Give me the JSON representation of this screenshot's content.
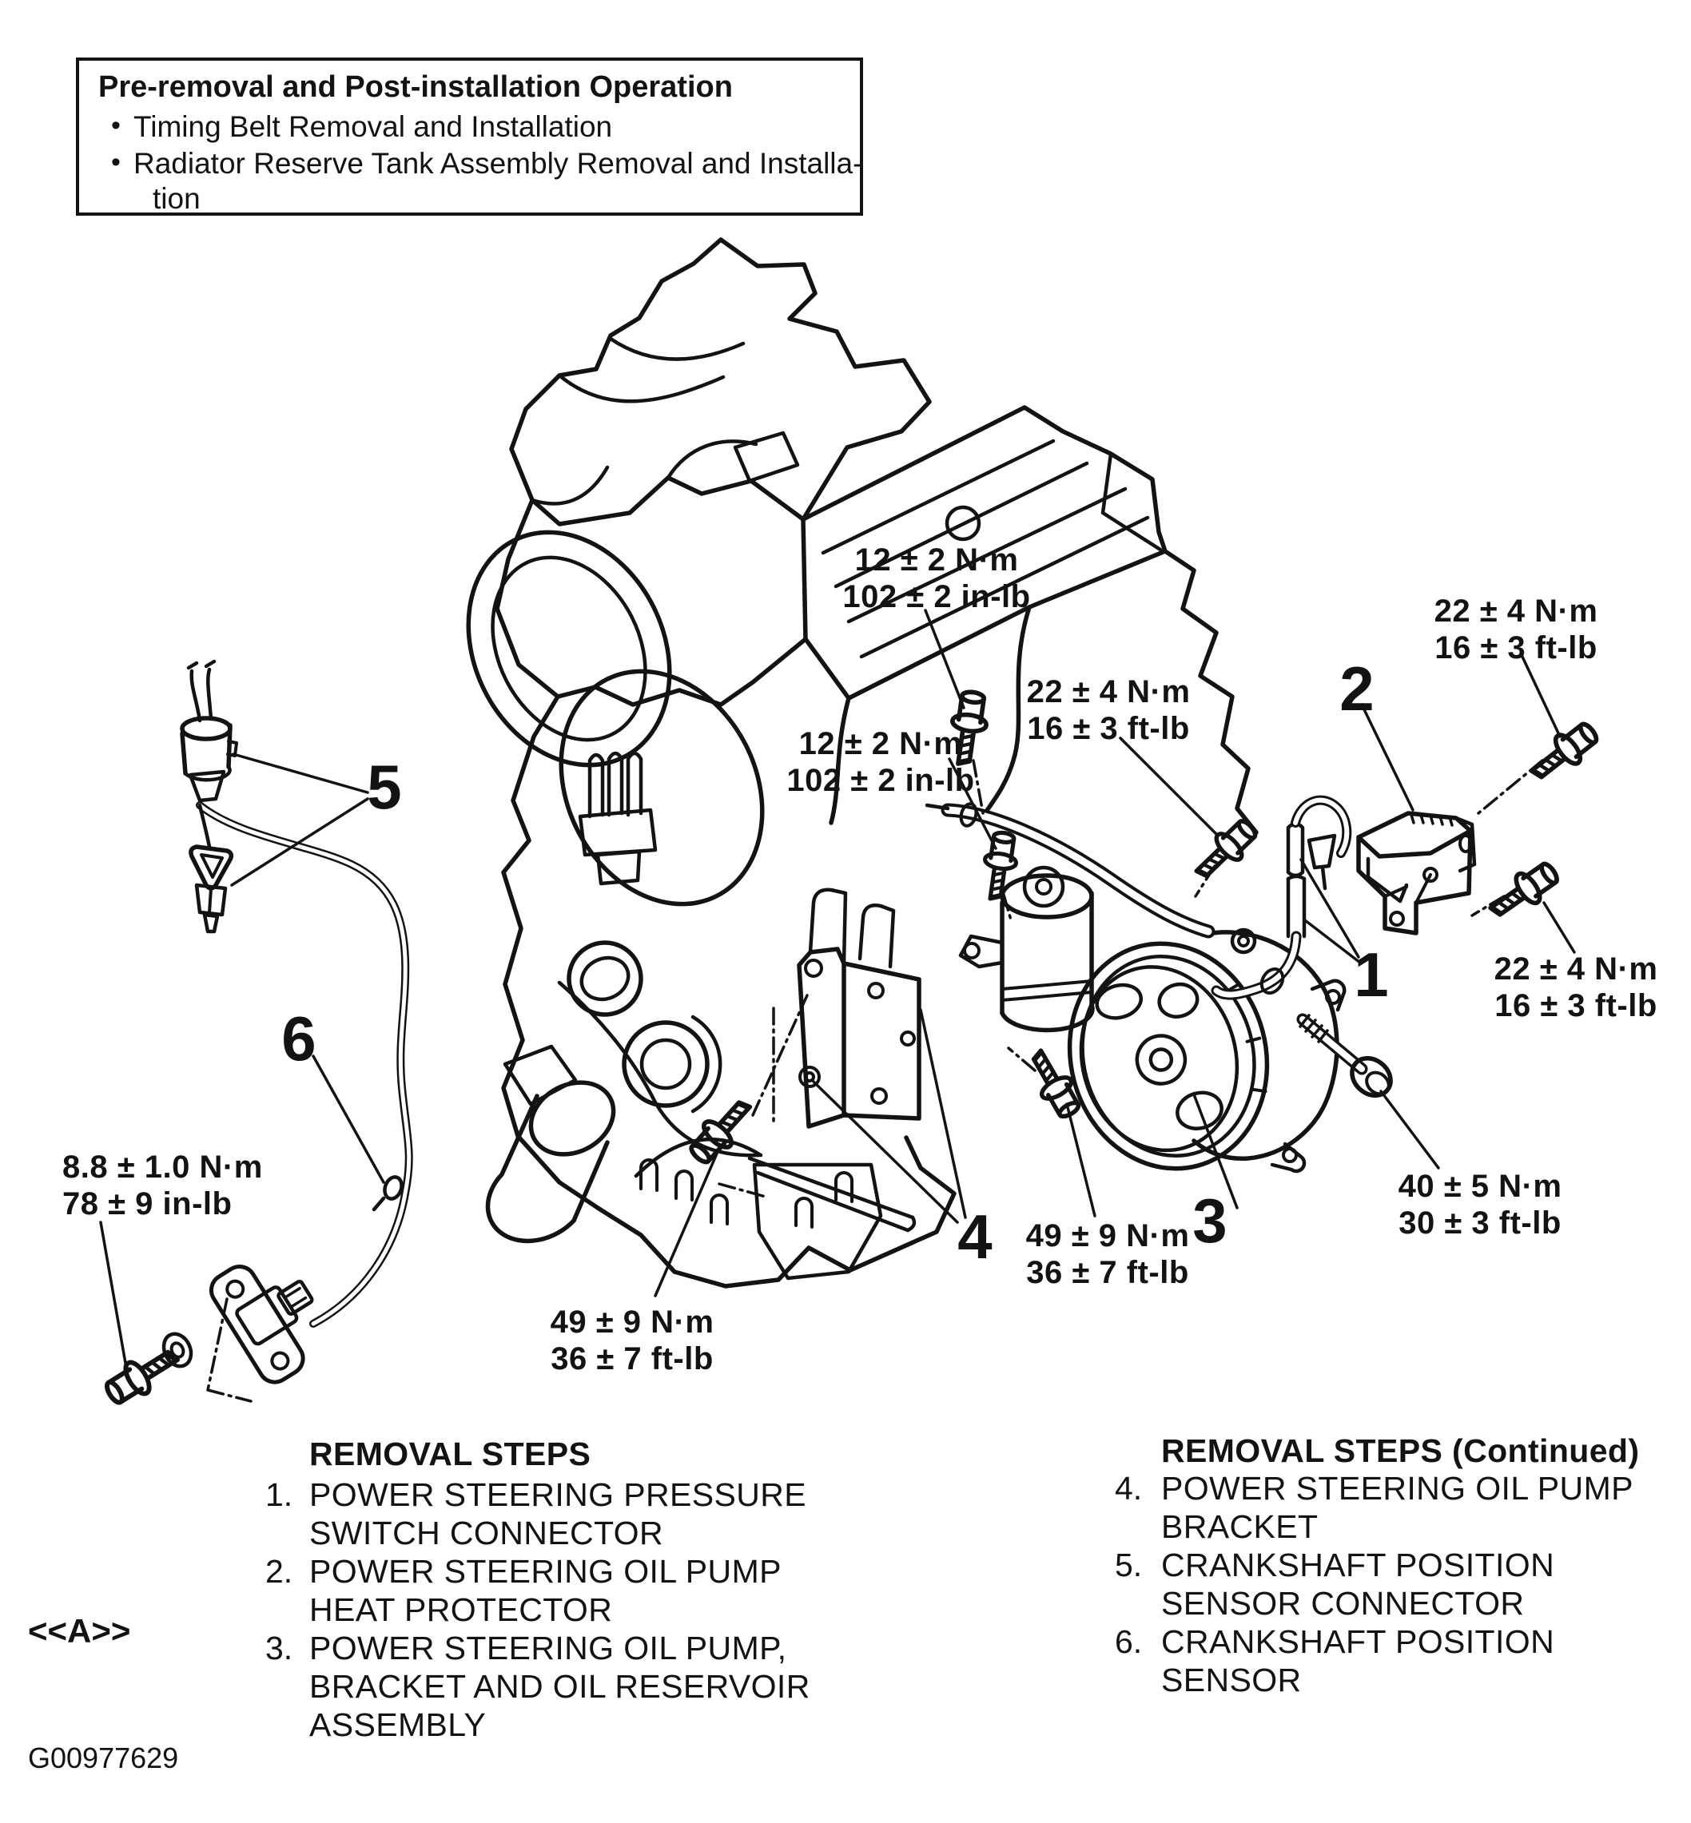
{
  "colors": {
    "ink": "#131313",
    "paper": "#ffffff"
  },
  "note_box": {
    "title": "Pre-removal and Post-installation Operation",
    "bullet1": "Timing Belt Removal and Installation",
    "bullet2_line1": "Radiator Reserve Tank Assembly Removal and Installa-",
    "bullet2_line2": "tion",
    "bullet_glyph": "•"
  },
  "torque_labels": {
    "t1": {
      "l1": "12 ± 2 N·m",
      "l2": "102 ± 2 in-lb"
    },
    "t2": {
      "l1": "12 ± 2 N·m",
      "l2": "102 ± 2 in-lb"
    },
    "t3": {
      "l1": "22 ± 4 N·m",
      "l2": "16 ± 3 ft-lb"
    },
    "t4": {
      "l1": "22 ± 4 N·m",
      "l2": "16 ± 3 ft-lb"
    },
    "t5": {
      "l1": "22 ± 4 N·m",
      "l2": "16 ± 3 ft-lb"
    },
    "t6": {
      "l1": "40 ± 5 N·m",
      "l2": "30 ± 3 ft-lb"
    },
    "t7": {
      "l1": "49 ± 9 N·m",
      "l2": "36 ± 7 ft-lb"
    },
    "t8": {
      "l1": "49 ± 9 N·m",
      "l2": "36 ± 7 ft-lb"
    },
    "t9": {
      "l1": "8.8 ± 1.0 N·m",
      "l2": "78 ± 9 in-lb"
    }
  },
  "callouts": {
    "c1": "1",
    "c2": "2",
    "c3": "3",
    "c4": "4",
    "c5": "5",
    "c6": "6"
  },
  "lists": {
    "left": {
      "header": "REMOVAL STEPS",
      "items": [
        {
          "num": "1.",
          "lines": [
            "POWER STEERING PRESSURE",
            "SWITCH CONNECTOR"
          ]
        },
        {
          "num": "2.",
          "lines": [
            "POWER STEERING OIL PUMP",
            "HEAT PROTECTOR"
          ]
        },
        {
          "num": "3.",
          "lines": [
            "POWER STEERING OIL PUMP,",
            "BRACKET AND OIL RESERVOIR",
            "ASSEMBLY"
          ]
        }
      ]
    },
    "right": {
      "header": "REMOVAL STEPS (Continued)",
      "items": [
        {
          "num": "4.",
          "lines": [
            "POWER STEERING OIL PUMP",
            "BRACKET"
          ]
        },
        {
          "num": "5.",
          "lines": [
            "CRANKSHAFT POSITION",
            "SENSOR CONNECTOR"
          ]
        },
        {
          "num": "6.",
          "lines": [
            "CRANKSHAFT POSITION",
            "SENSOR"
          ]
        }
      ]
    }
  },
  "footer": {
    "marker": "<<A>>",
    "figure_code": "G00977629"
  }
}
